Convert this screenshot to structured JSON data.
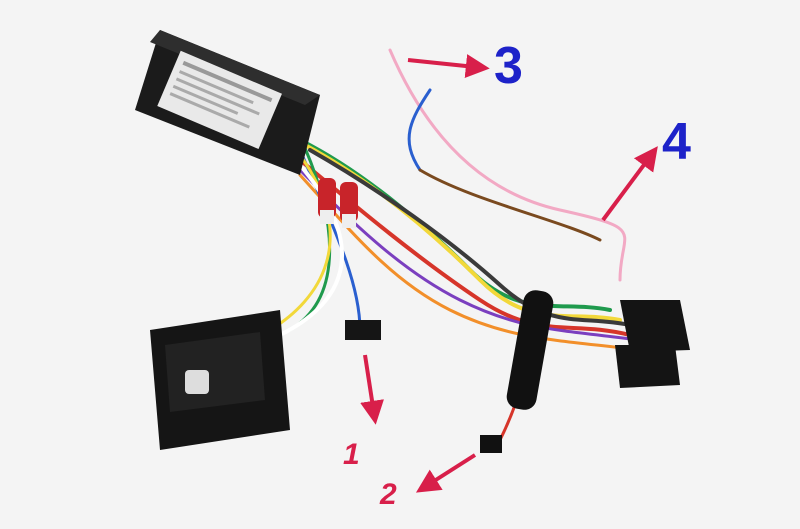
{
  "photo": {
    "background": "#f4f4f4",
    "subject": "wiring-harness"
  },
  "callouts": [
    {
      "id": "1",
      "text": "1",
      "color": "#d81f4a"
    },
    {
      "id": "2",
      "text": "2",
      "color": "#d81f4a"
    },
    {
      "id": "3",
      "text": "3",
      "color": "#1d22c9"
    },
    {
      "id": "4",
      "text": "4",
      "color": "#1d22c9"
    }
  ],
  "colors": {
    "arrow_red": "#d81f4a",
    "label_blue": "#1d22c9"
  },
  "icons": [
    "can-bus-decoder-box",
    "quadlock-connector",
    "iso-connector",
    "rca-plug",
    "molex-plug"
  ]
}
